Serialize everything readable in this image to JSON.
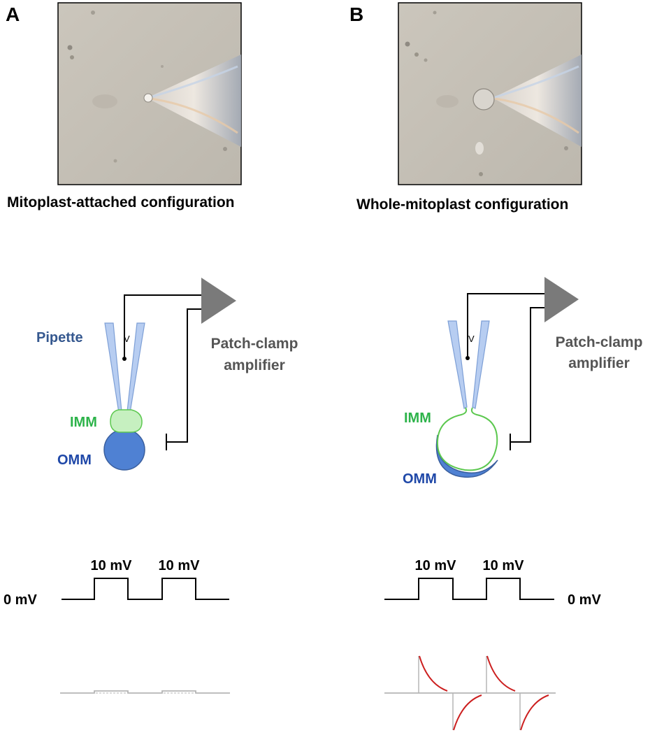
{
  "panels": {
    "a": {
      "letter": "A",
      "caption": "Mitoplast-attached configuration",
      "pipette_label": "Pipette",
      "v_label": "V",
      "amplifier_label_line1": "Patch-clamp",
      "amplifier_label_line2": "amplifier",
      "imm_label": "IMM",
      "omm_label": "OMM",
      "pulse1_label": "10 mV",
      "pulse2_label": "10 mV",
      "baseline_label": "0 mV"
    },
    "b": {
      "letter": "B",
      "caption": "Whole-mitoplast configuration",
      "v_label": "V",
      "amplifier_label_line1": "Patch-clamp",
      "amplifier_label_line2": "amplifier",
      "imm_label": "IMM",
      "omm_label": "OMM",
      "pulse1_label": "10 mV",
      "pulse2_label": "10 mV",
      "baseline_label": "0 mV"
    }
  },
  "colors": {
    "pipette": "#b7cdf1",
    "pipette_stroke": "#7d9fd6",
    "imm_fill": "#c6f0c0",
    "imm_stroke": "#5cc84f",
    "omm_fill": "#4f81d3",
    "omm_stroke": "#3a5f9e",
    "pipette_label": "#35588f",
    "imm_label": "#2db34a",
    "omm_label": "#1f48a8",
    "amplifier": "#7a7a7a",
    "amplifier_label": "#555555",
    "current_trace": "#cc1f1f",
    "flat_trace": "#b5b5b5"
  },
  "icons": {
    "amplifier": "triangle-amplifier-icon"
  }
}
